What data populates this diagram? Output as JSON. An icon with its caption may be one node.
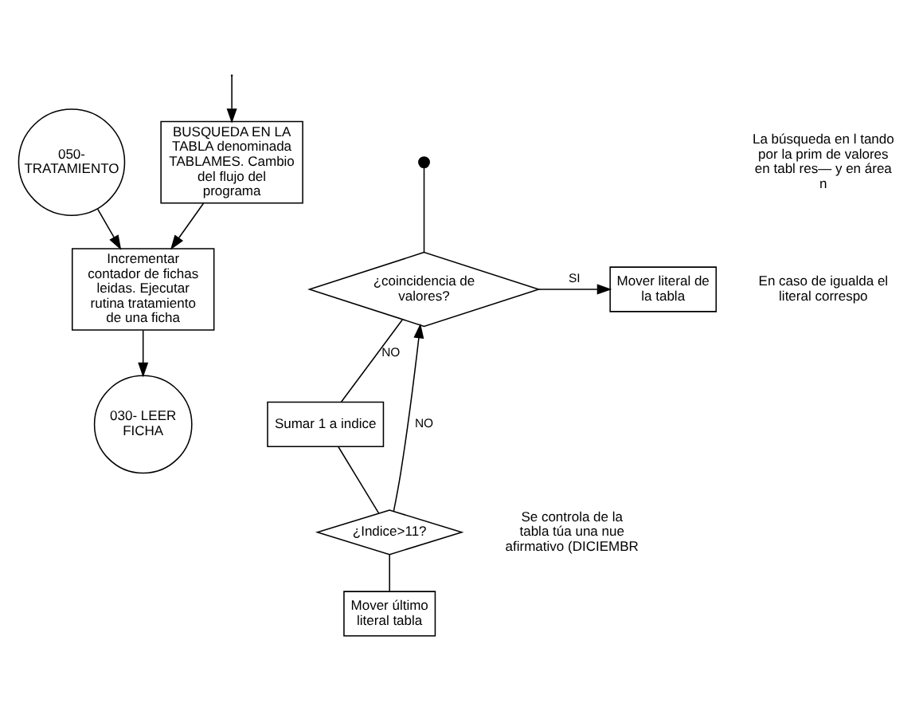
{
  "diagram": {
    "nodes": [
      {
        "text": [
          "BUSQUEDA EN LA TABLA denominada TABLAMES. Cambio del flujo del programa"
        ]
      },
      {
        "text": [
          "Incrementar contador de fichas leidas. Ejecutar rutina tratamiento de una ficha"
        ]
      },
      {
        "text": [
          "030- LEER FICHA"
        ]
      },
      {
        "text": [
          "050- TRATAMIENTO"
        ]
      },
      {
        "text": [
          "¿coincidencia de valores?"
        ]
      },
      {
        "text": [
          "Mover literal de la tabla"
        ]
      },
      {
        "text": [
          "Sumar 1 a indice"
        ]
      },
      {
        "text": [
          "¿Indice>11?"
        ]
      },
      {
        "text": [
          "Mover último literal tabla"
        ]
      },
      {
        "text": [],
        "shape": "cross"
      }
    ],
    "edges": [
      {
        "from": null,
        "to": 0,
        "arrow": "to"
      },
      {
        "from": 0,
        "to": 1,
        "arrow": "to"
      },
      {
        "from": 3,
        "to": 1,
        "arrow": "to"
      },
      {
        "from": 1,
        "to": 2,
        "arrow": "to"
      },
      {
        "from": 9,
        "to": 4,
        "arrow": "none"
      },
      {
        "from": 7,
        "to": 4,
        "arrow": "to",
        "label": "NO"
      },
      {
        "from": 4,
        "to": 5,
        "arrow": "to",
        "label": "SI"
      },
      {
        "from": 4,
        "to": 6,
        "arrow": "none",
        "label": "NO"
      },
      {
        "from": 6,
        "to": 7,
        "arrow": "none"
      },
      {
        "from": 7,
        "to": 8,
        "arrow": "none"
      }
    ],
    "labels": [
      "La búsqueda en l tando por la prim de valores en tabl res— y en área n",
      "En caso de igualda el literal correspo",
      "Se controla de la tabla túa una nue afirmativo (DICIEMBR"
    ]
  }
}
